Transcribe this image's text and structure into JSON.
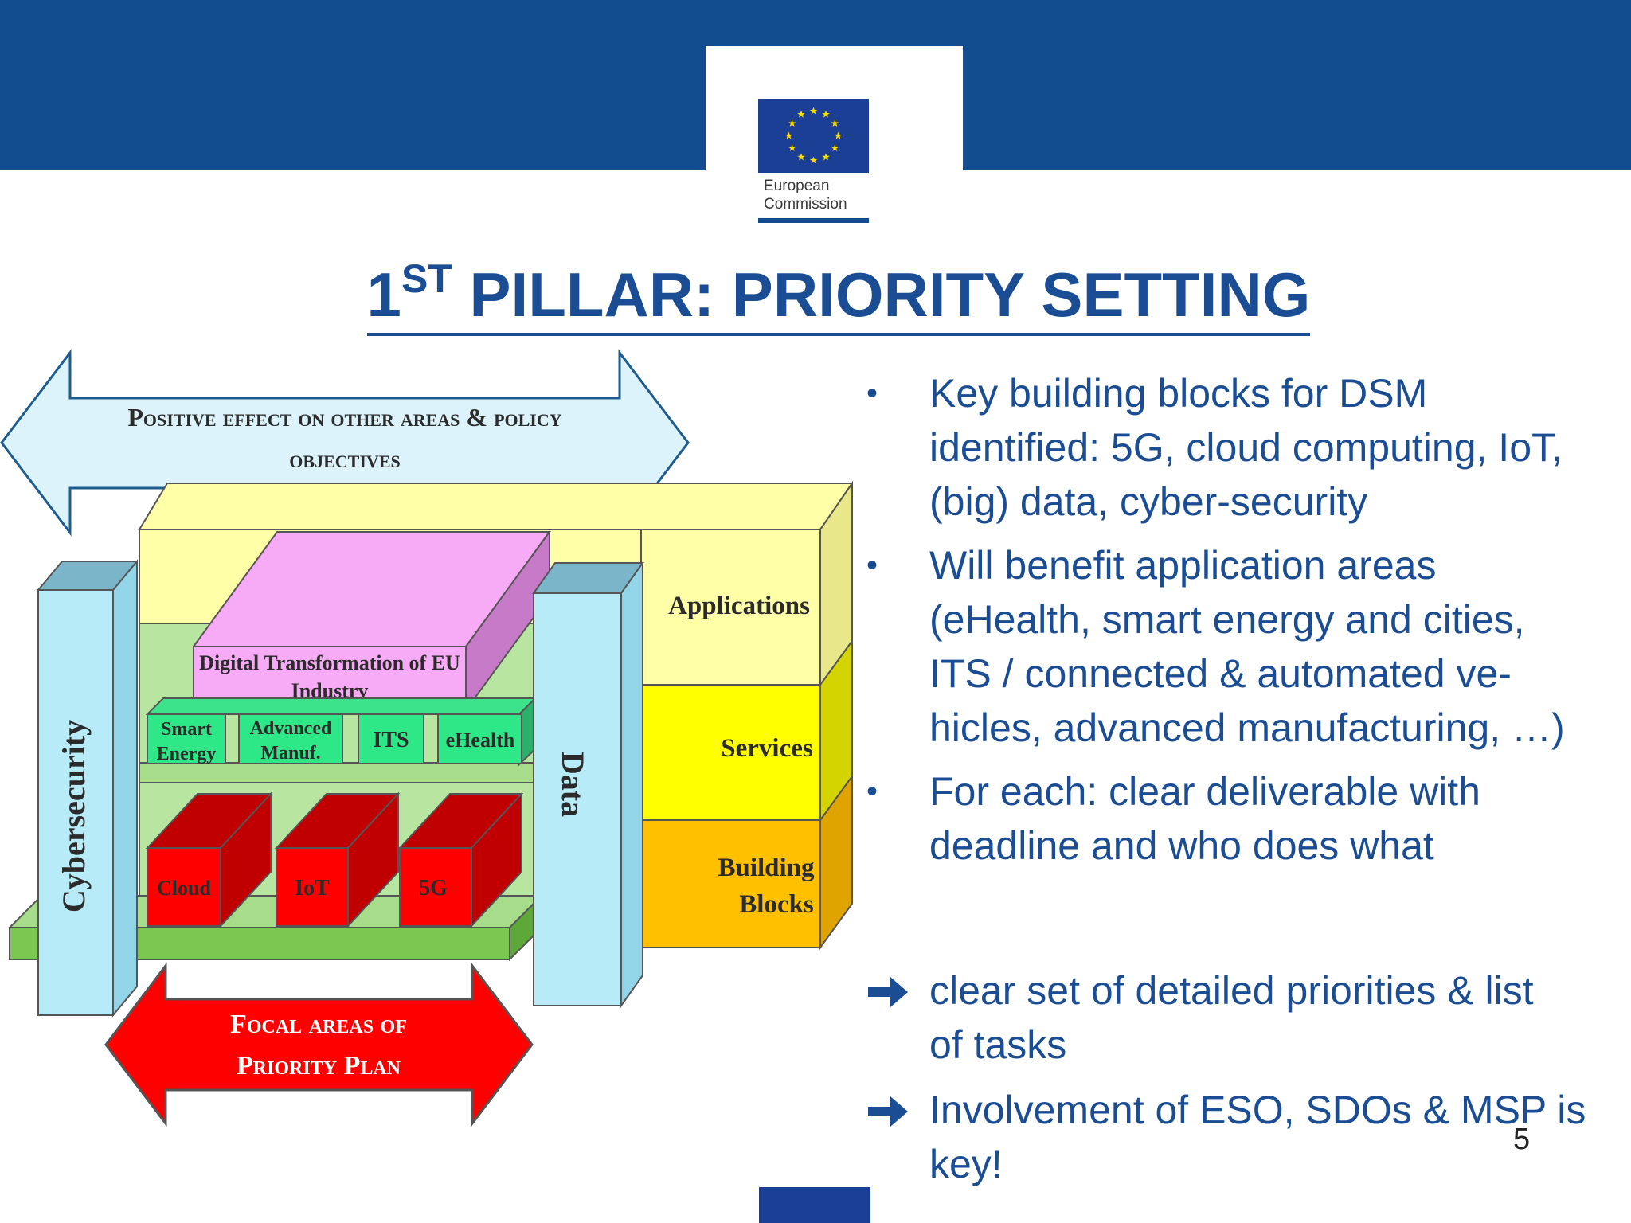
{
  "logo": {
    "line1": "European",
    "line2": "Commission",
    "flag_color": "#1b3f95",
    "star_color": "#ffdd00"
  },
  "title": {
    "number": "1",
    "superscript": "ST",
    "text": "PILLAR: PRIORITY SETTING"
  },
  "diagram": {
    "top_arrow_line1": "Positive effect on other areas & policy",
    "top_arrow_line2": "objectives",
    "bottom_arrow_line1": "Focal areas of",
    "bottom_arrow_line2": "Priority Plan",
    "cybersecurity": "Cybersecurity",
    "data": "Data",
    "digital_line1": "Digital Transformation of EU",
    "digital_line2": "Industry",
    "smart_energy_line1": "Smart",
    "smart_energy_line2": "Energy",
    "advanced_line1": "Advanced",
    "advanced_line2": "Manuf.",
    "its": "ITS",
    "ehealth": "eHealth",
    "cloud": "Cloud",
    "iot": "IoT",
    "five_g": "5G",
    "applications": "Applications",
    "services": "Services",
    "building_line1": "Building",
    "building_line2": "Blocks"
  },
  "bullets": [
    {
      "lines": [
        "Key building blocks for DSM",
        "identified: 5G, cloud computing, IoT,",
        "(big) data, cyber-security"
      ]
    },
    {
      "lines": [
        "Will benefit application areas",
        "(eHealth, smart energy and cities,",
        "ITS / connected & automated ve-",
        "hicles, advanced manufacturing, …)"
      ]
    },
    {
      "lines": [
        "For each: clear deliverable with",
        "deadline and who does what"
      ]
    }
  ],
  "conclusions": [
    {
      "lines": [
        "clear set of detailed priorities & list",
        "of tasks"
      ]
    },
    {
      "lines": [
        "Involvement of ESO, SDOs & MSP is",
        "key!"
      ]
    }
  ],
  "page_number": "5",
  "colors": {
    "brand_blue": "#124e8f",
    "text_blue": "#1b4d94"
  }
}
